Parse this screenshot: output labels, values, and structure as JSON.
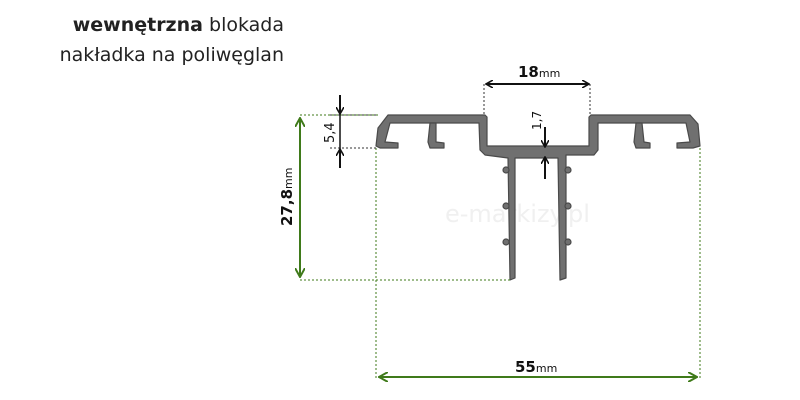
{
  "title": {
    "bold": "wewnętrzna",
    "rest": " blokada",
    "line2": "nakładka na poliwęglan"
  },
  "dimensions": {
    "top_width": {
      "value": "18",
      "unit": "mm"
    },
    "total_width": {
      "value": "55",
      "unit": "mm"
    },
    "total_height": {
      "value": "27,8",
      "unit": "mm"
    },
    "flange_height": {
      "value": "5,4"
    },
    "wall_thickness": {
      "value": "1,7"
    }
  },
  "watermark": "e-markizy.pl",
  "colors": {
    "profile": "#6e6e6e",
    "profile_outline": "#4a4a4a",
    "dimension_green": "#3f7a1a",
    "dimension_black": "#111111"
  }
}
